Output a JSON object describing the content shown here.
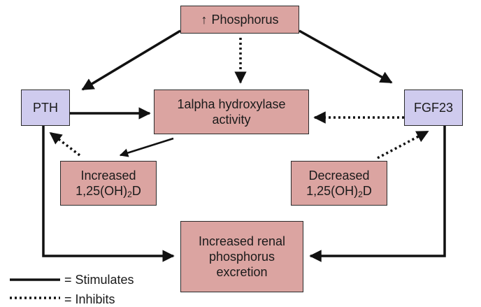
{
  "nodes": {
    "phosphorus": {
      "arrow": "↑",
      "label": "Phosphorus"
    },
    "pth": "PTH",
    "fgf23": "FGF23",
    "hydroxylase": {
      "line1": "1alpha hydroxylase",
      "line2": "activity"
    },
    "increased_d": {
      "line1": "Increased",
      "prefix": "1,25(OH)",
      "sub": "2",
      "suffix": "D"
    },
    "decreased_d": {
      "line1": "Decreased",
      "prefix": "1,25(OH)",
      "sub": "2",
      "suffix": "D"
    },
    "renal": {
      "line1": "Increased renal",
      "line2": "phosphorus",
      "line3": "excretion"
    }
  },
  "legend": {
    "stimulates": "= Stimulates",
    "inhibits": "= Inhibits"
  },
  "colors": {
    "node_fill": "#dba4a1",
    "hormone_fill": "#cfcbee",
    "line": "#111111"
  }
}
